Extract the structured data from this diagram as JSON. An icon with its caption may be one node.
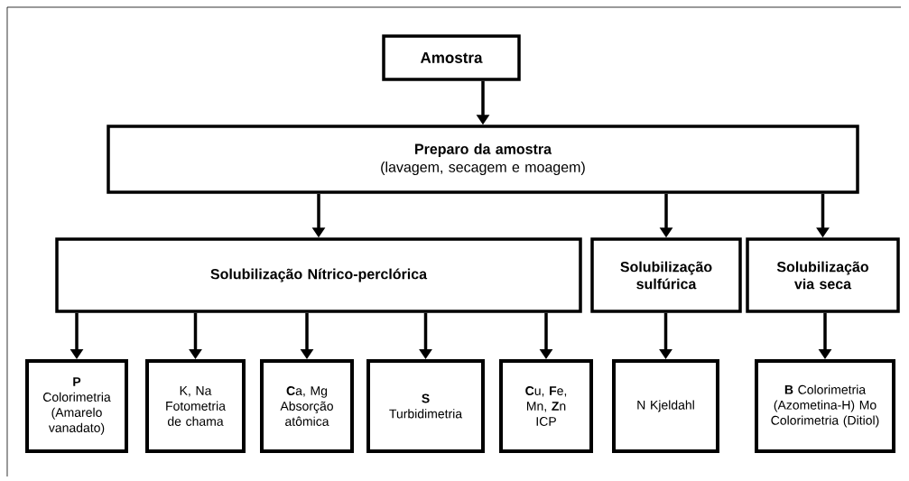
{
  "diagram": {
    "nodes": [
      {
        "text": [
          "Amostra"
        ]
      },
      {
        "text": [
          "Preparo da amostra",
          "(lavagem, secagem e moagem)"
        ]
      },
      {
        "text": [
          "Solubilização Nítrico-perclórica"
        ]
      },
      {
        "text": [
          "Solubilização sulfúrica"
        ]
      },
      {
        "text": [
          "Solubilização via seca"
        ]
      },
      {
        "text": [
          "**P**",
          "Colorimetria (Amarelo vanadato)"
        ]
      },
      {
        "text": [
          "K, Na",
          "Fotometria de chama"
        ]
      },
      {
        "text": [
          "**C**a, Mg",
          "Absorção atômica"
        ]
      },
      {
        "text": [
          "**S**",
          "Turbidimetria"
        ]
      },
      {
        "text": [
          "**C**u, **F**e, Mn, **Z**n",
          "ICP"
        ]
      },
      {
        "text": [
          "N Kjeldahl"
        ]
      },
      {
        "text": [
          "**B** Colorimetria (Azometina-H) Mo Colorimetria (Ditiol)"
        ]
      }
    ],
    "edges": [
      {
        "from": 0,
        "to": 1,
        "arrow": "to"
      },
      {
        "from": 1,
        "to": 2,
        "arrow": "to"
      },
      {
        "from": 1,
        "to": 3,
        "arrow": "to"
      },
      {
        "from": 1,
        "to": 4,
        "arrow": "to"
      },
      {
        "from": 2,
        "to": 5,
        "arrow": "to"
      },
      {
        "from": 2,
        "to": 6,
        "arrow": "to"
      },
      {
        "from": 2,
        "to": 7,
        "arrow": "to"
      },
      {
        "from": 2,
        "to": 8,
        "arrow": "to"
      },
      {
        "from": 2,
        "to": 9,
        "arrow": "to"
      },
      {
        "from": 3,
        "to": 10,
        "arrow": "to"
      },
      {
        "from": 4,
        "to": 11,
        "arrow": "to"
      }
    ]
  }
}
